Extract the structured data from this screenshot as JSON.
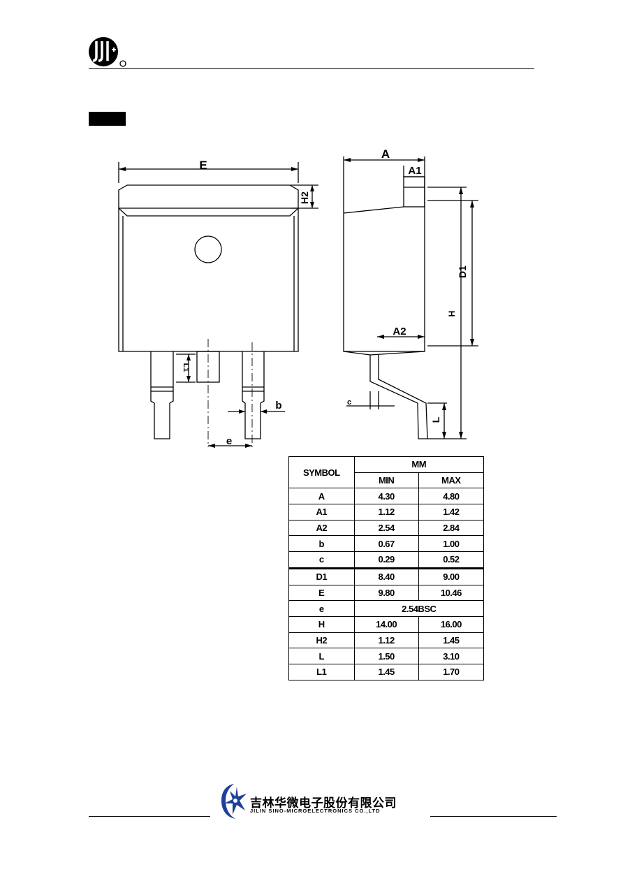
{
  "drawing": {
    "labels": {
      "E": "E",
      "H2": "H2",
      "L1": "L1",
      "b": "b",
      "e": "e",
      "A": "A",
      "A1": "A1",
      "D1": "D1",
      "H": "H",
      "A2": "A2",
      "c": "c",
      "L": "L"
    }
  },
  "table": {
    "symbol_header": "SYMBOL",
    "unit_header": "MM",
    "min_header": "MIN",
    "max_header": "MAX",
    "rows": [
      {
        "symbol": "A",
        "min": "4.30",
        "max": "4.80"
      },
      {
        "symbol": "A1",
        "min": "1.12",
        "max": "1.42"
      },
      {
        "symbol": "A2",
        "min": "2.54",
        "max": "2.84"
      },
      {
        "symbol": "b",
        "min": "0.67",
        "max": "1.00"
      },
      {
        "symbol": "c",
        "min": "0.29",
        "max": "0.52"
      },
      {
        "symbol": "D1",
        "min": "8.40",
        "max": "9.00"
      },
      {
        "symbol": "E",
        "min": "9.80",
        "max": "10.46"
      },
      {
        "symbol": "e",
        "merged": "2.54BSC"
      },
      {
        "symbol": "H",
        "min": "14.00",
        "max": "16.00"
      },
      {
        "symbol": "H2",
        "min": "1.12",
        "max": "1.45"
      },
      {
        "symbol": "L",
        "min": "1.50",
        "max": "3.10"
      },
      {
        "symbol": "L1",
        "min": "1.45",
        "max": "1.70"
      }
    ]
  },
  "footer": {
    "company_cn": "吉林华微电子股份有限公司",
    "company_en": "JILIN SINO-MICROELECTRONICS CO.,LTD"
  },
  "colors": {
    "logo_blue": "#1f3f9a"
  }
}
